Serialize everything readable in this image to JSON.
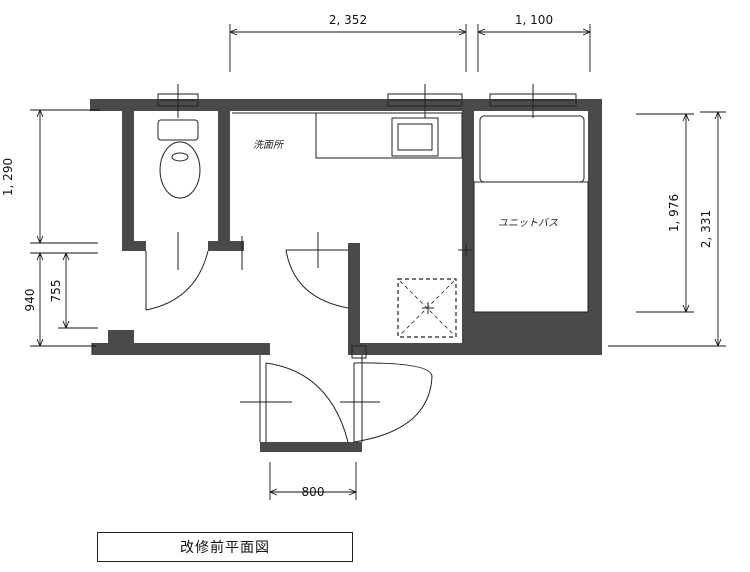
{
  "dimensions": {
    "top_left": "2, 352",
    "top_right": "1, 100",
    "right_inner": "1, 976",
    "right_outer": "2, 331",
    "left_upper": "1, 290",
    "left_lower_outer": "940",
    "left_lower_inner": "755",
    "bottom": "800"
  },
  "rooms": {
    "washroom": "洗面所",
    "unit_bath": "ユニットバス"
  },
  "caption": "改修前平面図"
}
